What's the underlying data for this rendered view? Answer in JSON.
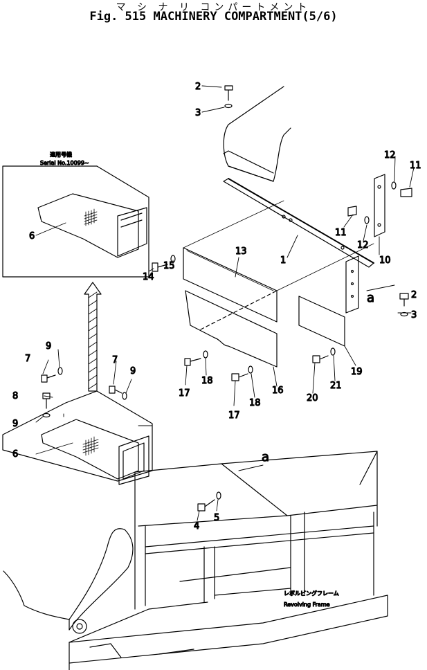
{
  "header": {
    "title_jp": "マ シ ナ リ コンパートメント",
    "title_en": "Fig. 515 MACHINERY COMPARTMENT(5/6)"
  },
  "inset": {
    "applicable_jp": "適用号機",
    "serial": "Serial No.10099~"
  },
  "frame_label": {
    "jp": "レボルビングフレーム",
    "en": "Revolving Frame"
  },
  "view_marker": "a",
  "callouts": {
    "n1": "1",
    "n2a": "2",
    "n2b": "2",
    "n3a": "3",
    "n3b": "3",
    "n4": "4",
    "n5": "5",
    "n6a": "6",
    "n6b": "6",
    "n7a": "7",
    "n7b": "7",
    "n8": "8",
    "n9a": "9",
    "n9b": "9",
    "n9c": "9",
    "n10": "10",
    "n11a": "11",
    "n11b": "11",
    "n12a": "12",
    "n12b": "12",
    "n13": "13",
    "n14": "14",
    "n15": "15",
    "n16": "16",
    "n17a": "17",
    "n17b": "17",
    "n18a": "18",
    "n18b": "18",
    "n19": "19",
    "n20": "20",
    "n21": "21"
  }
}
